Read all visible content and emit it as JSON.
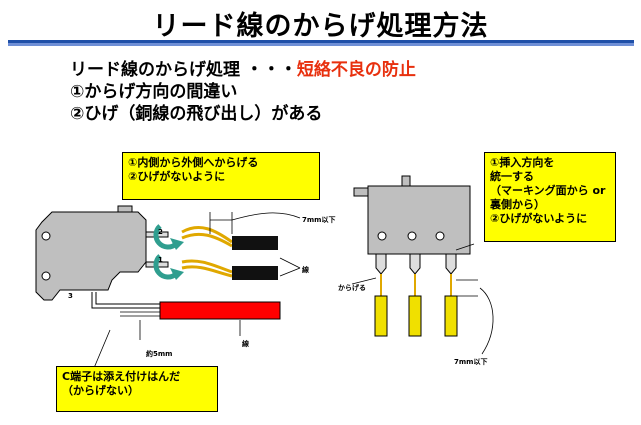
{
  "title": "リード線のからげ処理方法",
  "heading": {
    "text": "リード線のからげ処理 ・・・",
    "highlight": "短絡不良の防止"
  },
  "items": [
    "①からげ方向の間違い",
    "②ひげ（銅線の飛び出し）がある"
  ],
  "callout_a": [
    "①内側から外側へからげる",
    "②ひげがないように"
  ],
  "callout_b": [
    "①挿入方向を",
    "統一する",
    "（マーキング面から or",
    "裏側から）",
    "②ひげがないように"
  ],
  "callout_c": [
    "C端子は添え付けはんだ",
    "（からげない）"
  ],
  "labels": {
    "num1": "1",
    "num2": "2",
    "num3": "3",
    "len7_a": "7mm以下",
    "wire_a": "線",
    "len5": "約5mm",
    "wire_b": "線",
    "karageru": "からげる",
    "len7_b": "7mm以下"
  },
  "colors": {
    "accent": "#e8300e",
    "callout": "#ffff00",
    "tube": "#ff0000",
    "arrow": "#2f9e8f",
    "rule": "#1f4fa8"
  }
}
